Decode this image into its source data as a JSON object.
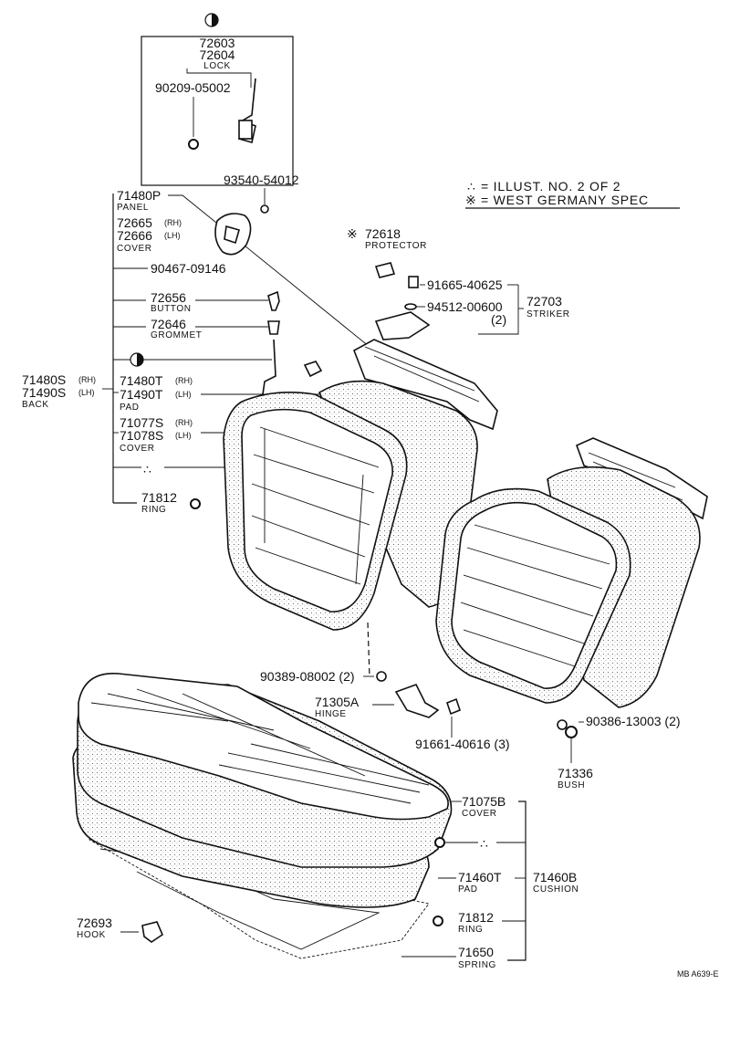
{
  "legend": {
    "illust_symbol": "∴",
    "illust_text": "= ILLUST.  NO. 2 OF 2",
    "spec_symbol": "※",
    "spec_text": "= WEST  GERMANY  SPEC"
  },
  "callouts": {
    "lock_no1": "72603",
    "lock_no2": "72604",
    "lock_name": "LOCK",
    "lock_screw": "90209-05002",
    "panel_screw": "93540-54012",
    "panel_no": "71480P",
    "panel_name": "PANEL",
    "cover_rh_no": "72665",
    "cover_rh_tag": "(RH)",
    "cover_lh_no": "72666",
    "cover_lh_tag": "(LH)",
    "cover_name": "COVER",
    "clip_no": "90467-09146",
    "button_no": "72656",
    "button_name": "BUTTON",
    "grommet_no": "72646",
    "grommet_name": "GROMMET",
    "back_rh_no": "71480S",
    "back_rh_tag": "(RH)",
    "back_lh_no": "71490S",
    "back_lh_tag": "(LH)",
    "back_name": "BACK",
    "pad_rh_no": "71480T",
    "pad_rh_tag": "(RH)",
    "pad_lh_no": "71490T",
    "pad_lh_tag": "(LH)",
    "pad_name": "PAD",
    "bcover_rh_no": "71077S",
    "bcover_rh_tag": "(RH)",
    "bcover_lh_no": "71078S",
    "bcover_lh_tag": "(LH)",
    "bcover_name": "COVER",
    "ring_no": "71812",
    "ring_name": "RING",
    "protector_mark": "※",
    "protector_no": "72618",
    "protector_name": "PROTECTOR",
    "bolt_no": "91665-40625",
    "washer_no": "94512-00600",
    "washer_qty": "(2)",
    "striker_no": "72703",
    "striker_name": "STRIKER",
    "nut_no": "90389-08002 (2)",
    "hinge_no": "71305A",
    "hinge_name": "HINGE",
    "hinge_bolt": "91661-40616 (3)",
    "bush_screw": "90386-13003 (2)",
    "bush_no": "71336",
    "bush_name": "BUSH",
    "ccover_no": "71075B",
    "ccover_name": "COVER",
    "cpad_no": "71460T",
    "cpad_name": "PAD",
    "cushion_no": "71460B",
    "cushion_name": "CUSHION",
    "cring_no": "71812",
    "cring_name": "RING",
    "spring_no": "71650",
    "spring_name": "SPRING",
    "hook_no": "72693",
    "hook_name": "HOOK",
    "ref_code": "MB  A639-E"
  }
}
